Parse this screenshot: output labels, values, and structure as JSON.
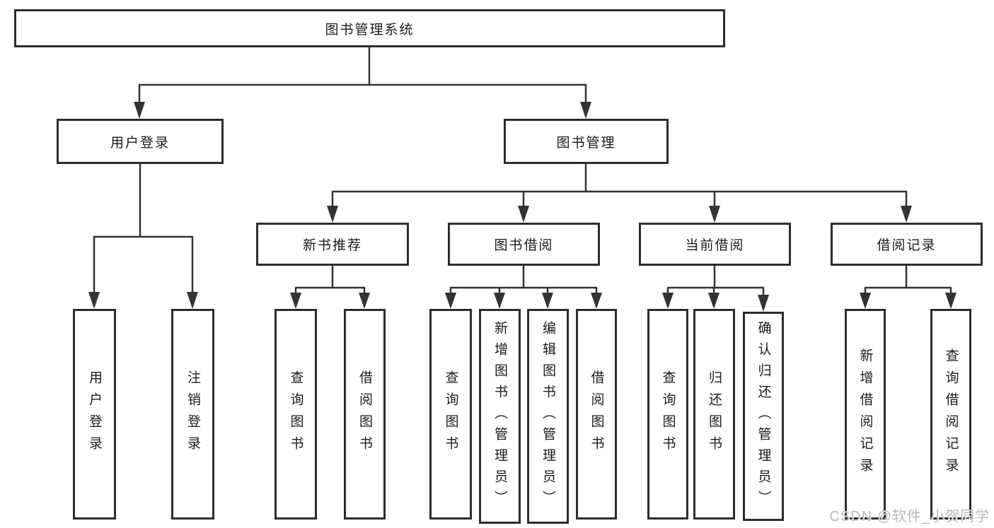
{
  "diagram": {
    "root": {
      "label": "图书管理系统"
    },
    "branches": [
      {
        "label": "用户登录",
        "children": [
          {
            "label": "用户登录"
          },
          {
            "label": "注销登录"
          }
        ]
      },
      {
        "label": "图书管理",
        "groups": [
          {
            "label": "新书推荐",
            "children": [
              {
                "label": "查询图书"
              },
              {
                "label": "借阅图书"
              }
            ]
          },
          {
            "label": "图书借阅",
            "children": [
              {
                "label": "查询图书"
              },
              {
                "label": "新增图书（管理员）"
              },
              {
                "label": "编辑图书（管理员）"
              },
              {
                "label": "借阅图书"
              }
            ]
          },
          {
            "label": "当前借阅",
            "children": [
              {
                "label": "查询图书"
              },
              {
                "label": "归还图书"
              },
              {
                "label": "确认归还（管理员）"
              }
            ]
          },
          {
            "label": "借阅记录",
            "children": [
              {
                "label": "新增借阅记录"
              },
              {
                "label": "查询借阅记录"
              }
            ]
          }
        ]
      }
    ]
  },
  "watermark": {
    "text": "CSDN @软件_小贺同学"
  },
  "colors": {
    "line": "#333333",
    "box_border": "#2d2d2d",
    "text": "#1b1b1b",
    "background": "#ffffff",
    "watermark": "#b9b9b9"
  }
}
